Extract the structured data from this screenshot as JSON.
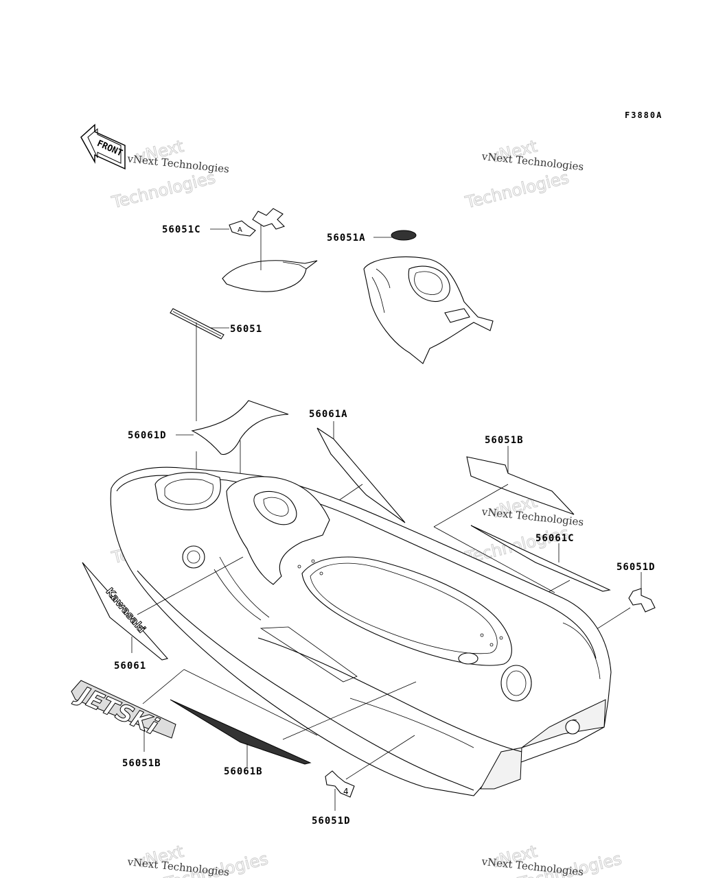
{
  "figure_code": "F3880A",
  "front_arrow": {
    "label": "FRONT"
  },
  "watermark": {
    "line1": "vNext Technologies",
    "big_top": "vNext",
    "big_bottom": "Technologies"
  },
  "decal_texts": {
    "kawasaki": "Kawasaki",
    "jetski": "JETSKi"
  },
  "callouts": {
    "c_56051C": "56051C",
    "c_56051A": "56051A",
    "c_56051": "56051",
    "c_56061D": "56061D",
    "c_56061A": "56061A",
    "c_56051B_top": "56051B",
    "c_56061C": "56061C",
    "c_56051D_right": "56051D",
    "c_56061": "56061",
    "c_56051B_left": "56051B",
    "c_56061B": "56061B",
    "c_56051D_bottom": "56051D"
  }
}
